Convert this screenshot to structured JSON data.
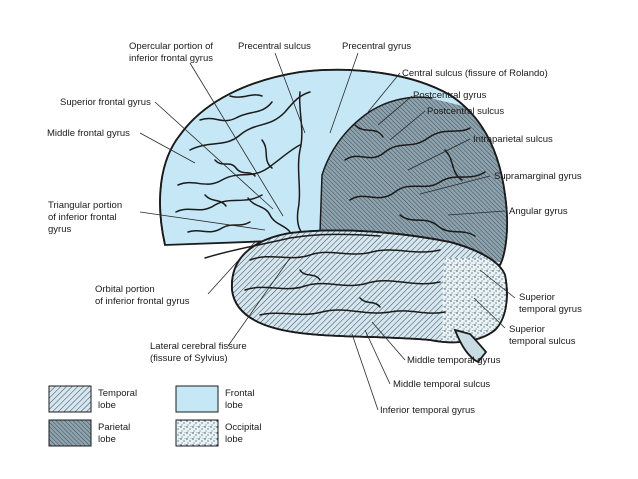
{
  "colors": {
    "frontal": "#c6e8f6",
    "parietal": "#8ea3ad",
    "temporal_bg": "#d5e6ee",
    "occipital": "#e6f2f7",
    "outline": "#1b1b1b"
  },
  "labels": {
    "opercular": [
      "Opercular portion of",
      "inferior frontal gyrus"
    ],
    "precentral_sulcus": "Precentral sulcus",
    "precentral_gyrus": "Precentral gyrus",
    "central_sulcus": "Central sulcus (fissure of Rolando)",
    "postcentral_gyrus": "Postcentral gyrus",
    "postcentral_sulcus": "Postcentral sulcus",
    "superior_frontal": "Superior frontal gyrus",
    "middle_frontal": "Middle frontal gyrus",
    "intraparietal": "Intraparietal sulcus",
    "supramarginal": "Supramarginal gyrus",
    "triangular": [
      "Triangular portion",
      "of inferior frontal",
      "gyrus"
    ],
    "angular": "Angular gyrus",
    "orbital": [
      "Orbital portion",
      "of inferior frontal gyrus"
    ],
    "superior_temporal_gyrus": [
      "Superior",
      "temporal gyrus"
    ],
    "superior_temporal_sulcus": [
      "Superior",
      "temporal sulcus"
    ],
    "lateral_fissure": [
      "Lateral cerebral fissure",
      "(fissure of Sylvius)"
    ],
    "middle_temporal_gyrus": "Middle temporal gyrus",
    "middle_temporal_sulcus": "Middle temporal sulcus",
    "inferior_temporal_gyrus": "Inferior temporal gyrus"
  },
  "legend": [
    {
      "label": [
        "Temporal",
        "lobe"
      ],
      "pattern": "temporal"
    },
    {
      "label": [
        "Frontal",
        "lobe"
      ],
      "pattern": "frontal"
    },
    {
      "label": [
        "Parietal",
        "lobe"
      ],
      "pattern": "parietal"
    },
    {
      "label": [
        "Occipital",
        "lobe"
      ],
      "pattern": "occipital"
    }
  ]
}
